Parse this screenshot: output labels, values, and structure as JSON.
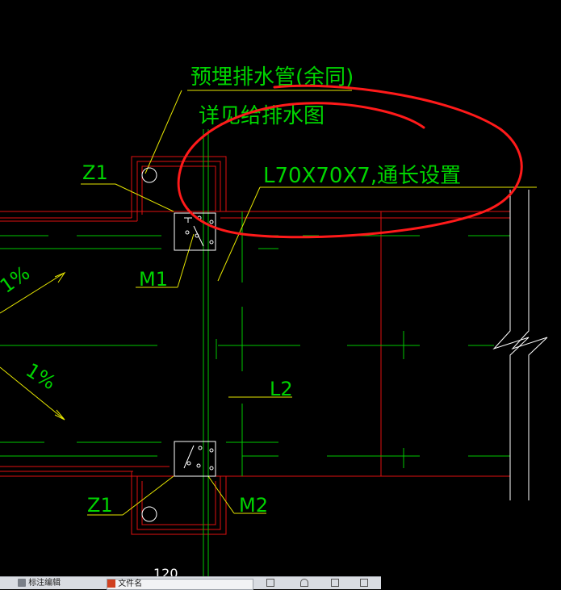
{
  "drawing": {
    "annotations": {
      "drain_pipe_line1": "预埋排水管(余同)",
      "drain_pipe_line2": "详见给排水图",
      "angle_steel": "L70X70X7,通长设置",
      "z1_top": "Z1",
      "z1_bottom": "Z1",
      "m1": "M1",
      "m2": "M2",
      "l2": "L2",
      "slope_top": "1%",
      "slope_bottom": "1%",
      "dimension": "120"
    },
    "colors": {
      "background": "#000000",
      "grid_line": "#00ff00",
      "wall_line": "#ff0000",
      "leader_line": "#ffff00",
      "text": "#00ff00",
      "markup": "#ff1a1a",
      "white_line": "#ffffff"
    }
  },
  "taskbar": {
    "items": [
      {
        "icon": "folder-icon",
        "label": "标注编辑"
      },
      {
        "icon": "document-icon",
        "label": "文件名"
      },
      {
        "icon": "edit-icon",
        "label": ""
      },
      {
        "icon": "lock-icon",
        "label": ""
      },
      {
        "icon": "save-icon",
        "label": ""
      },
      {
        "icon": "print-icon",
        "label": ""
      }
    ]
  }
}
